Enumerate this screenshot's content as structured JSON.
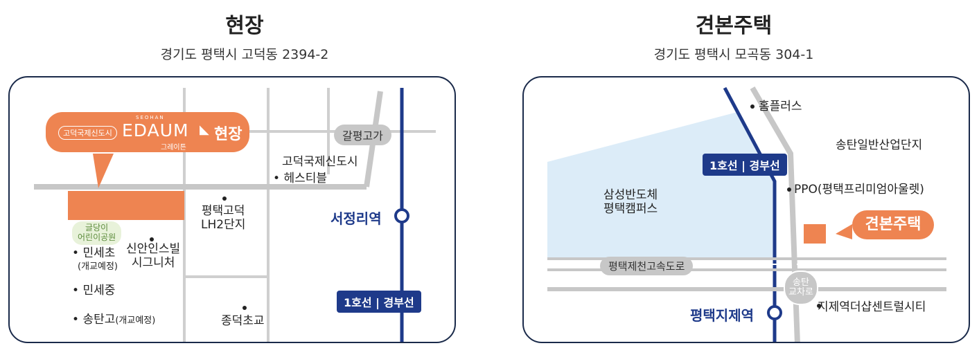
{
  "left": {
    "title": "현장",
    "address": "경기도 평택시 고덕동 2394-2",
    "callout": {
      "prefix": "고덕국제신도시",
      "brand_small": "SEOHAN",
      "brand": "EDAUM",
      "brand_sub": "그레이튼",
      "suffix": "현장"
    },
    "road_label": "갈평고가",
    "station": "서정리역",
    "line_label": "1호선 | 경부선",
    "places": {
      "godeok_city": "고덕국제신도시",
      "hestible": "헤스티블",
      "lh2": "평택고덕\nLH2단지",
      "park": "글당이\n어린이공원",
      "minse_elem": "민세초",
      "minse_elem_note": "(개교예정)",
      "sinan": "신안인스빌\n시그니처",
      "minse_mid": "민세중",
      "songtan_high": "송탄고",
      "songtan_high_note": "(개교예정)",
      "jongdeok": "종덕초교"
    }
  },
  "right": {
    "title": "견본주택",
    "address": "경기도 평택시 모곡동 304-1",
    "callout": "견본주택",
    "line_label": "1호선 | 경부선",
    "station": "평택지제역",
    "highway": "평택제천고속도로",
    "interchange": "송탄\n교차로",
    "places": {
      "homeplus": "홈플러스",
      "industrial": "송탄일반산업단지",
      "samsung": "삼성반도체\n평택캠퍼스",
      "ppo": "PPO(평택프리미엄아울렛)",
      "jije_city": "지제역더샵센트럴시티"
    }
  },
  "colors": {
    "accent": "#ee8451",
    "line": "#1e3a8a",
    "road": "#c7c7c7",
    "campus": "#dcecf8"
  }
}
